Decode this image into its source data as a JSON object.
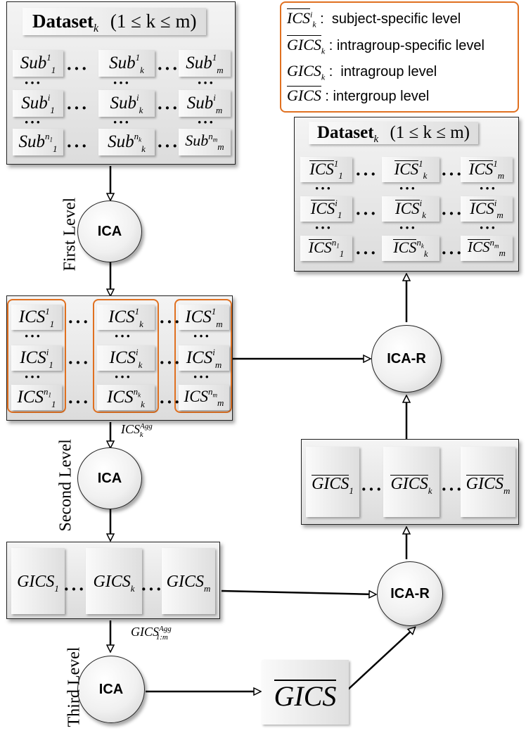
{
  "legend": {
    "subject_specific": "subject-specific level",
    "intragroup_specific": "intragroup-specific level",
    "intragroup": "intragroup level",
    "intergroup": "intergroup level"
  },
  "dataset_header": {
    "name": "Dataset",
    "range": "(1 ≤ k ≤ m)"
  },
  "levels": {
    "first": "First Level",
    "second": "Second Level",
    "third": "Third Level"
  },
  "nodes": {
    "ica": "ICA",
    "ica_r": "ICA-R"
  },
  "labels": {
    "ics": "ICS",
    "gics": "GICS",
    "sub": "Sub",
    "agg": "Agg",
    "range_sub": "1:m"
  }
}
